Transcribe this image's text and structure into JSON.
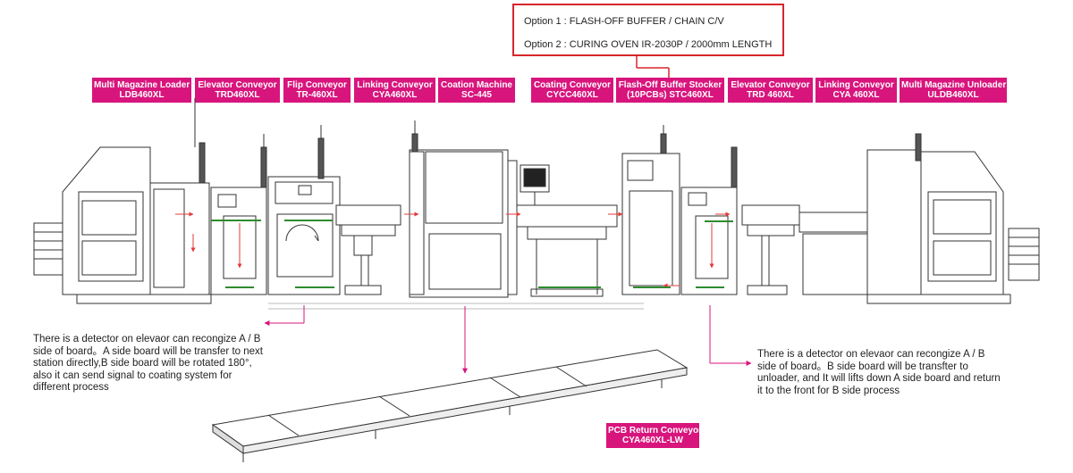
{
  "options": {
    "line1": "Option 1 :  FLASH-OFF BUFFER / CHAIN C/V",
    "line2": "Option 2 :  CURING OVEN IR-2030P / 2000mm  LENGTH"
  },
  "labels": [
    {
      "name": "Multi Magazine Loader",
      "model": "LDB460XL"
    },
    {
      "name": "Elevator Conveyor",
      "model": "TRD460XL"
    },
    {
      "name": "Flip Conveyor",
      "model": "TR-460XL"
    },
    {
      "name": "Linking Conveyor",
      "model": "CYA460XL"
    },
    {
      "name": "Coation Machine",
      "model": "SC-445"
    },
    {
      "name": "Coating Conveyor",
      "model": "CYCC460XL"
    },
    {
      "name": "Flash-Off Buffer Stocker",
      "model": "(10PCBs) STC460XL"
    },
    {
      "name": "Elevator Conveyor",
      "model": "TRD 460XL"
    },
    {
      "name": "Linking Conveyor",
      "model": "CYA 460XL"
    },
    {
      "name": "Multi Magazine Unloader",
      "model": "ULDB460XL"
    }
  ],
  "return_conveyor": {
    "name": "PCB Return Conveyor",
    "model": "CYA460XL-LW"
  },
  "notes": {
    "left": [
      "There is a detector on elevaor can  recongize A / B",
      "side of board。A side board will be transfer to next",
      "station directly,B side board will be rotated 180°,",
      "also it can send signal to coating system for",
      "different process"
    ],
    "right": [
      "There is a detector on elevaor can  recongize A / B",
      "side of board。B side board will be transfter to",
      "unloader, and It will lifts down A side board and return",
      "it to the front for B side process"
    ]
  },
  "colors": {
    "tag": "#d8157d",
    "option_border": "#d7262b",
    "arrow": "#d8157d",
    "flow_arrow": "#e23b3b",
    "board": "#2e8b2e"
  }
}
